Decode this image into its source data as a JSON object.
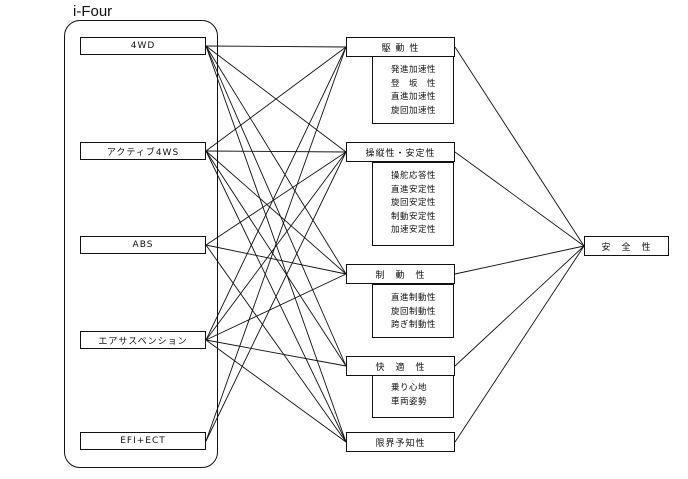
{
  "title": "i-Four",
  "systems": [
    {
      "id": "4wd",
      "label": "4WD"
    },
    {
      "id": "4ws",
      "label": "アクティブ4WS"
    },
    {
      "id": "abs",
      "label": "ABS"
    },
    {
      "id": "air",
      "label": "エアサスペンション"
    },
    {
      "id": "efi",
      "label": "EFI+ECT"
    }
  ],
  "performance": [
    {
      "id": "drive",
      "label": "駆 動 性",
      "items": [
        "発進加速性",
        "登　坂　性",
        "直進加速性",
        "旋回加速性"
      ]
    },
    {
      "id": "handling",
      "label": "操縦性・安定性",
      "items": [
        "操舵応答性",
        "直進安定性",
        "旋回安定性",
        "制動安定性",
        "加速安定性"
      ]
    },
    {
      "id": "brake",
      "label": "制　動　性",
      "items": [
        "直進制動性",
        "旋回制動性",
        "跨ぎ制動性"
      ]
    },
    {
      "id": "comfort",
      "label": "快　適　性",
      "items": [
        "乗り心地",
        "車両姿勢"
      ]
    },
    {
      "id": "limit",
      "label": "限界予知性",
      "items": []
    }
  ],
  "result": {
    "label": "安　全　性"
  },
  "connections": [
    [
      "4wd",
      "drive"
    ],
    [
      "4wd",
      "handling"
    ],
    [
      "4wd",
      "brake"
    ],
    [
      "4wd",
      "comfort"
    ],
    [
      "4wd",
      "limit"
    ],
    [
      "4ws",
      "drive"
    ],
    [
      "4ws",
      "handling"
    ],
    [
      "4ws",
      "brake"
    ],
    [
      "4ws",
      "comfort"
    ],
    [
      "4ws",
      "limit"
    ],
    [
      "abs",
      "handling"
    ],
    [
      "abs",
      "brake"
    ],
    [
      "abs",
      "limit"
    ],
    [
      "air",
      "drive"
    ],
    [
      "air",
      "handling"
    ],
    [
      "air",
      "brake"
    ],
    [
      "air",
      "comfort"
    ],
    [
      "air",
      "limit"
    ],
    [
      "efi",
      "drive"
    ],
    [
      "efi",
      "handling"
    ]
  ]
}
